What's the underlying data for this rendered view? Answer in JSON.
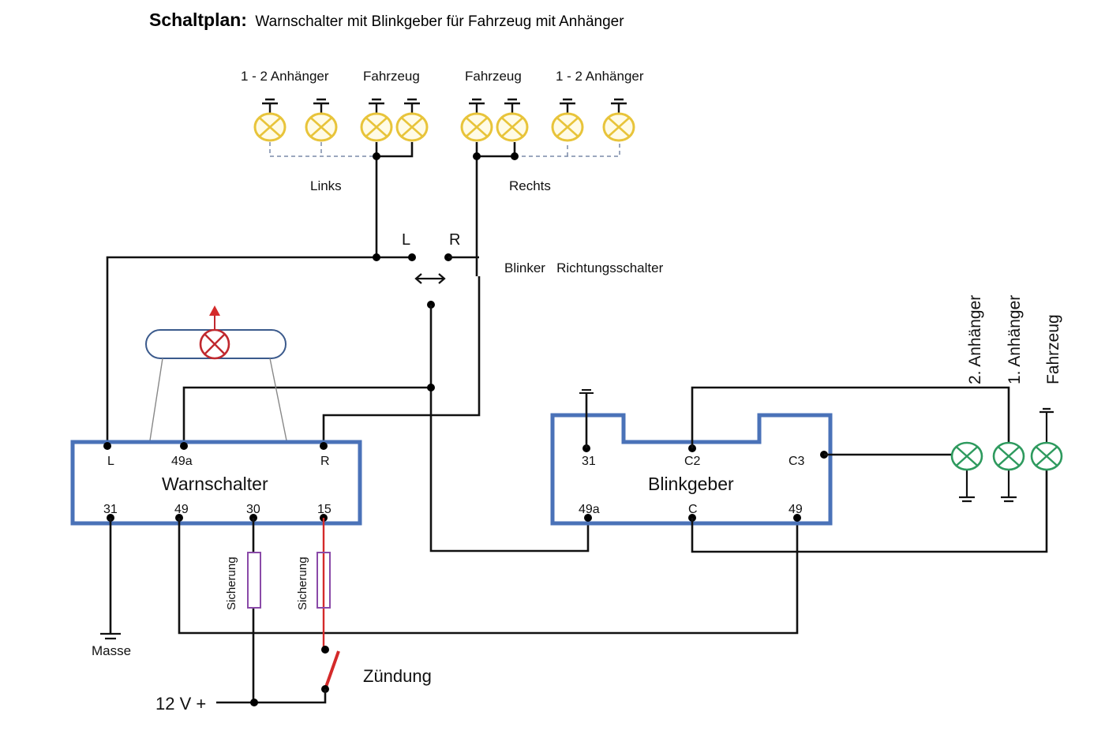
{
  "title": {
    "bold": "Schaltplan:",
    "rest": "Warnschalter mit Blinkgeber für Fahrzeug mit Anhänger"
  },
  "top_labels": {
    "left_trailer": "1 - 2 Anhänger",
    "left_vehicle": "Fahrzeug",
    "right_vehicle": "Fahrzeug",
    "right_trailer": "1 - 2 Anhänger",
    "links": "Links",
    "rechts": "Rechts"
  },
  "switch": {
    "label_l": "L",
    "label_r": "R",
    "arrow": "⟷",
    "description": "Blinker   Richtungsschalter"
  },
  "warnschalter": {
    "name": "Warnschalter",
    "pins_top": [
      "L",
      "49a",
      "R"
    ],
    "pins_bottom": [
      "31",
      "49",
      "30",
      "15"
    ]
  },
  "blinkgeber": {
    "name": "Blinkgeber",
    "pins_top": [
      "31",
      "C2",
      "C3"
    ],
    "pins_bottom": [
      "49a",
      "C",
      "49"
    ]
  },
  "control_lamps": {
    "labels": [
      "2. Anhänger",
      "1. Anhänger",
      "Fahrzeug"
    ]
  },
  "fuses": [
    "Sicherung",
    "Sicherung"
  ],
  "ground_label": "Masse",
  "supply_label": "12 V +",
  "ignition_label": "Zündung",
  "colors": {
    "box": "#4a72b8",
    "indicator_lamp": "#e8c43a",
    "control_lamp": "#2e9a5e",
    "warning_lamp": "#c0282e",
    "ignition_wire": "#d42a2a",
    "fuse": "#8a4aa8"
  }
}
